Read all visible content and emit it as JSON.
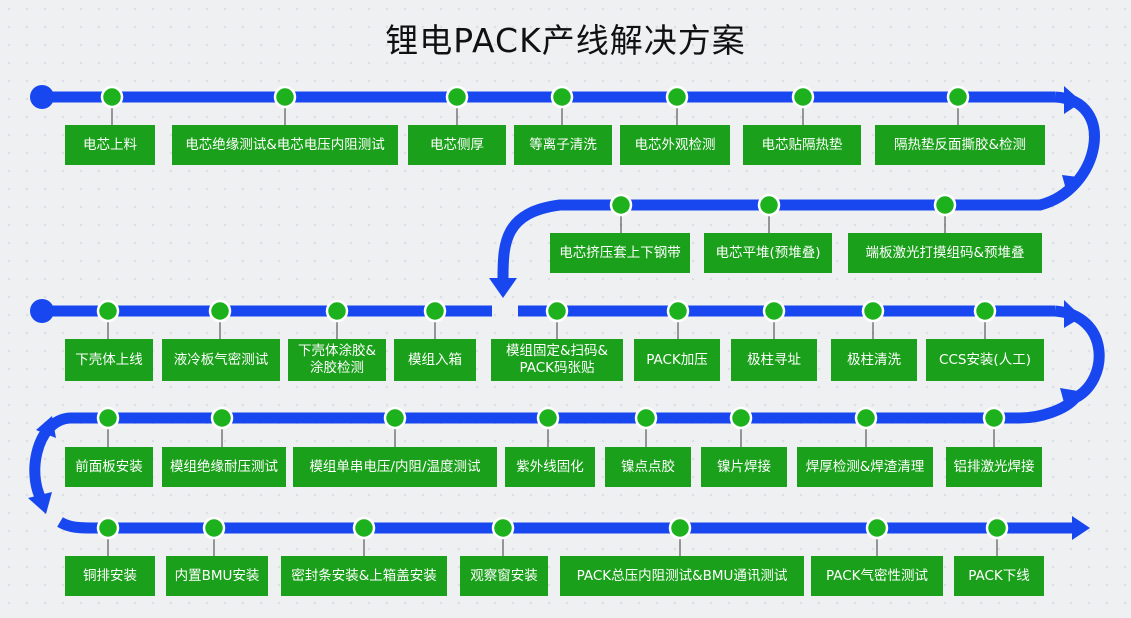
{
  "title": "锂电PACK产线解决方案",
  "colors": {
    "line": "#1847f0",
    "node": "#1db21d",
    "box": "#1aa01a",
    "box_text": "#ffffff"
  },
  "rows": [
    {
      "steps": [
        "电芯上料",
        "电芯绝缘测试&电芯电压内阻测试",
        "电芯侧厚",
        "等离子清洗",
        "电芯外观检测",
        "电芯贴隔热垫",
        "隔热垫反面撕胶&检测"
      ]
    },
    {
      "steps": [
        "电芯挤压套上下钢带",
        "电芯平堆(预堆叠)",
        "端板激光打摸组码&预堆叠"
      ]
    },
    {
      "steps": [
        "下壳体上线",
        "液冷板气密测试",
        "下壳体涂胶&\n涂胶检测",
        "模组入箱",
        "模组固定&扫码&\nPACK码张贴",
        "PACK加压",
        "极柱寻址",
        "极柱清洗",
        "CCS安装(人工)"
      ]
    },
    {
      "steps": [
        "前面板安装",
        "模组绝缘耐压测试",
        "模组单串电压/内阻/温度测试",
        "紫外线固化",
        "镍点点胶",
        "镍片焊接",
        "焊厚检测&焊渣清理",
        "铝排激光焊接"
      ]
    },
    {
      "steps": [
        "铜排安装",
        "内置BMU安装",
        "密封条安装&上箱盖安装",
        "观察窗安装",
        "PACK总压内阻测试&BMU通讯测试",
        "PACK气密性测试",
        "PACK下线"
      ]
    }
  ]
}
